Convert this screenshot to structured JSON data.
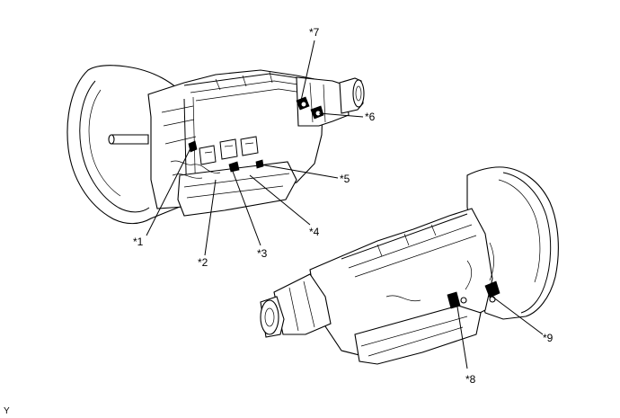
{
  "callouts": {
    "c1": "*1",
    "c2": "*2",
    "c3": "*3",
    "c4": "*4",
    "c5": "*5",
    "c6": "*6",
    "c7": "*7",
    "c8": "*8",
    "c9": "*9"
  },
  "figure_code": "Y"
}
